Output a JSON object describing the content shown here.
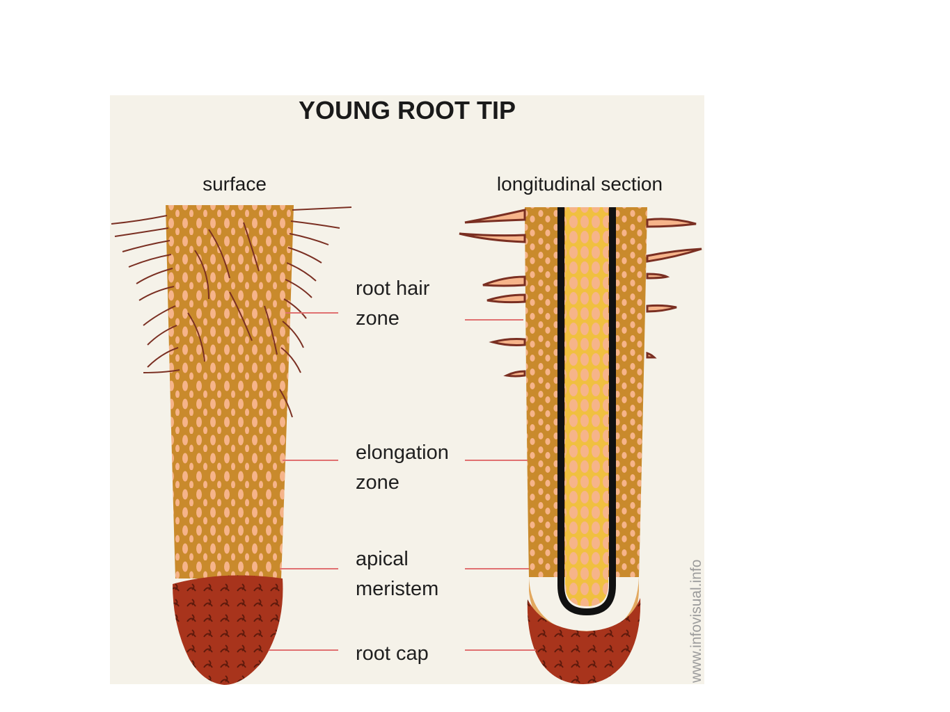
{
  "diagram": {
    "title": "YOUNG ROOT TIP",
    "views": {
      "surface": "surface",
      "section": "longitudinal section"
    },
    "labels": {
      "root_hair_1": "root hair",
      "root_hair_2": "zone",
      "elongation_1": "elongation",
      "elongation_2": "zone",
      "apical_1": "apical",
      "apical_2": "meristem",
      "root_cap": "root cap"
    },
    "watermark": "www.infovisual.info"
  },
  "colors": {
    "root_body": "#c98a2c",
    "cell": "#f6b48a",
    "root_cap": "#a8341c",
    "hair": "#7a2f22",
    "leader": "#e07070",
    "stele": "#f0c040",
    "endodermis": "#111111"
  }
}
